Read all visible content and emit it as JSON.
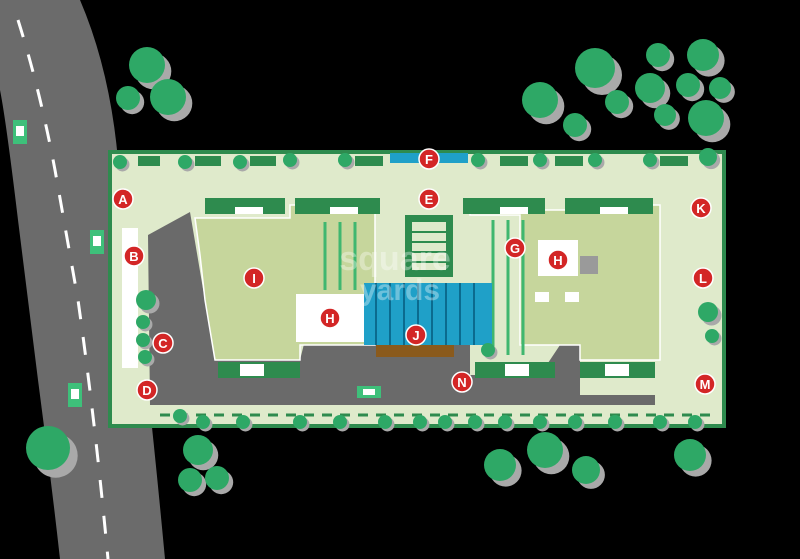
{
  "colors": {
    "background": "#000000",
    "road": "#6b6b6b",
    "road_lane": "#ffffff",
    "site_ground": "#dfeacb",
    "site_border": "#2e8b4e",
    "building": "#c6d69c",
    "paving": "#6a6a6a",
    "tree": "#2ea866",
    "tree_shadow": "#a9a9a9",
    "pool": "#1fa0c8",
    "deck": "#8a5a1c",
    "car": "#3ec07a",
    "label_fill": "#d32626",
    "label_text": "#ffffff"
  },
  "watermark": {
    "line1": "square",
    "line2": "yards"
  },
  "legend_markers": [
    {
      "id": "A",
      "text": "A"
    },
    {
      "id": "B",
      "text": "B"
    },
    {
      "id": "C",
      "text": "C"
    },
    {
      "id": "D",
      "text": "D"
    },
    {
      "id": "E",
      "text": "E"
    },
    {
      "id": "F",
      "text": "F"
    },
    {
      "id": "G",
      "text": "G"
    },
    {
      "id": "H1",
      "text": "H"
    },
    {
      "id": "H2",
      "text": "H"
    },
    {
      "id": "I",
      "text": "I"
    },
    {
      "id": "J",
      "text": "J"
    },
    {
      "id": "K",
      "text": "K"
    },
    {
      "id": "L",
      "text": "L"
    },
    {
      "id": "M",
      "text": "M"
    },
    {
      "id": "N",
      "text": "N"
    }
  ],
  "icons": {
    "tree": "tree-icon",
    "car": "car-icon",
    "marker": "map-marker-icon"
  }
}
